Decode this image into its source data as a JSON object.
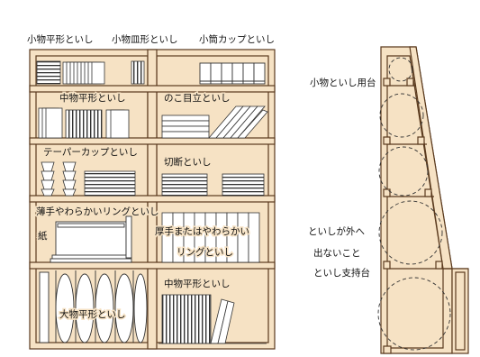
{
  "top_labels": [
    "小物平形といし",
    "小物皿形といし",
    "小筒カップといし"
  ],
  "shelf_labels": {
    "medium_flat": "中物平形といし",
    "saw_upright": "のこ目立といし",
    "tapered_cup": "テーパーカップといし",
    "cutoff": "切断といし",
    "thin_ring": "薄手やわらかいリングといし",
    "paper": "紙",
    "thick_ring_line1": "厚手またはやわらかい",
    "thick_ring_line2": "リングといし",
    "medium_flat_bottom": "中物平形といし",
    "large_flat": "大物平形といし"
  },
  "side_labels": {
    "small_stand": "小物といし用台",
    "no_fall_line1": "といしが外へ",
    "no_fall_line2": "出ないこと",
    "support_stand": "といし支持台"
  },
  "colors": {
    "wood": "#f6e2c4",
    "outline": "#5a3a1e"
  }
}
